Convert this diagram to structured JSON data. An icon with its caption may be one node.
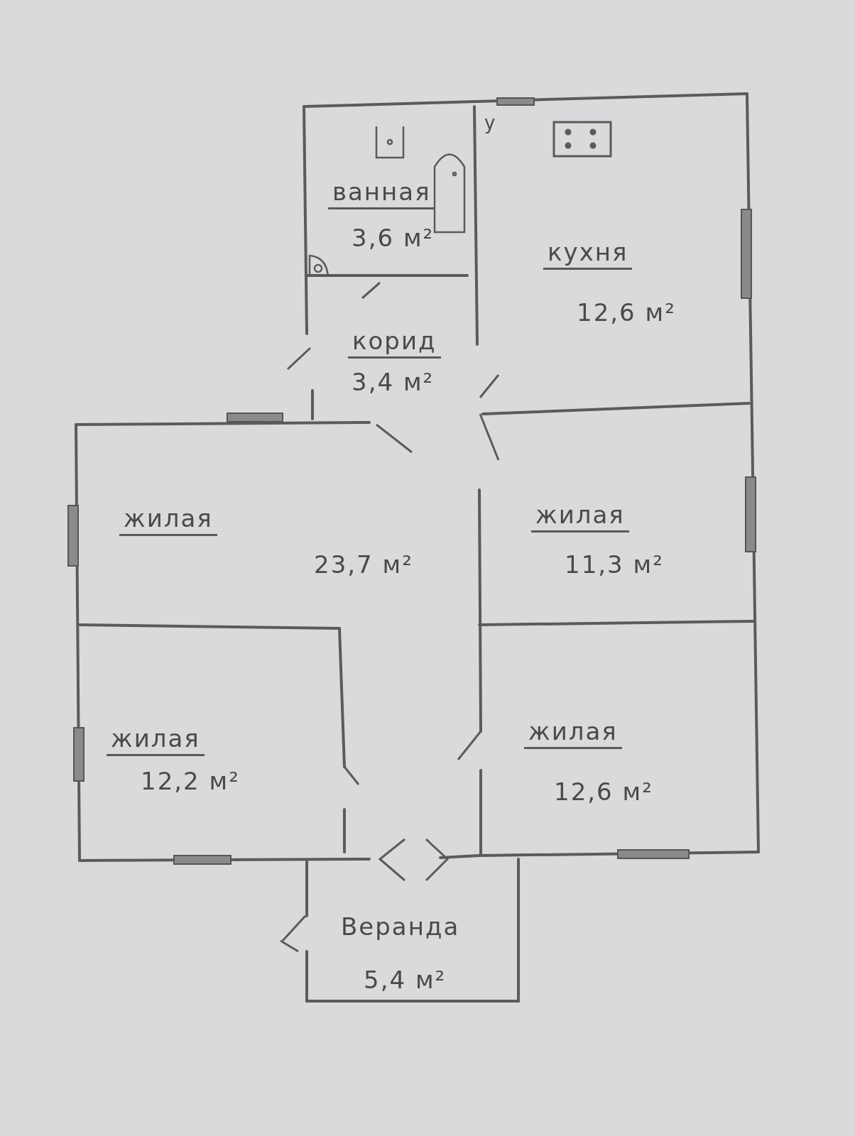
{
  "diagram": {
    "nodes": [
      {
        "text": [
          "ванная",
          "3,6 м²"
        ]
      },
      {
        "text": [
          "кухня",
          "12,6 м²"
        ]
      },
      {
        "text": [
          "корид",
          "3,4 м²"
        ]
      },
      {
        "text": [
          "жилая",
          "23,7 м²"
        ]
      },
      {
        "text": [
          "жилая",
          "11,3 м²"
        ]
      },
      {
        "text": [
          "жилая",
          "12,2 м²"
        ]
      },
      {
        "text": [
          "жилая",
          "12,6 м²"
        ]
      },
      {
        "text": [
          "Веранда",
          "5,4 м²"
        ]
      }
    ],
    "edges": [],
    "labels": [
      "у"
    ]
  }
}
